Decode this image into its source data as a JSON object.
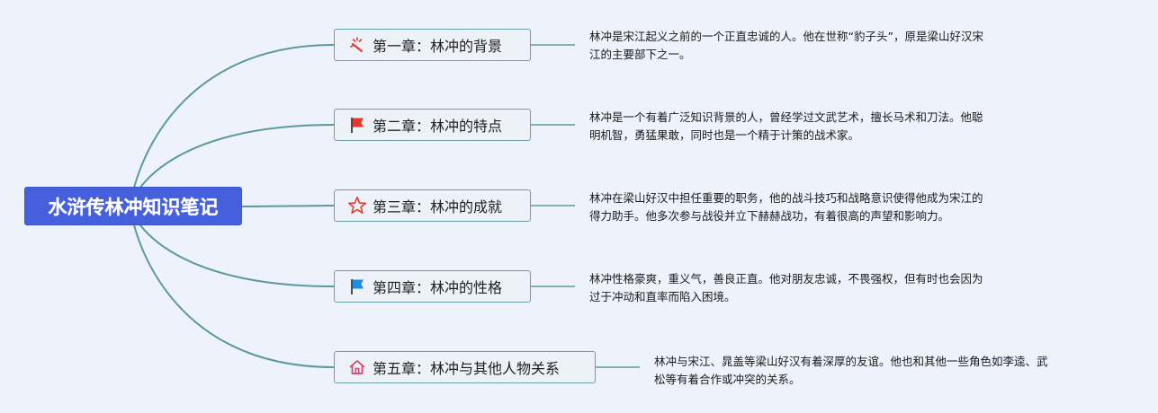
{
  "root": {
    "title": "水浒传林冲知识笔记"
  },
  "branches": [
    {
      "icon": "magic-wand-icon",
      "title": "第一章：林冲的背景",
      "note_lines": [
        "林冲是宋江起义之前的一个正直忠诚的人。他在世称“豹子头”，原是梁山好汉宋",
        "江的主要部下之一。"
      ]
    },
    {
      "icon": "red-flag-icon",
      "title": "第二章：林冲的特点",
      "note_lines": [
        "林冲是一个有着广泛知识背景的人，曾经学过文武艺术，擅长马术和刀法。他聪",
        "明机智，勇猛果敢，同时也是一个精于计策的战术家。"
      ]
    },
    {
      "icon": "star-icon",
      "title": "第三章：林冲的成就",
      "note_lines": [
        "林冲在梁山好汉中担任重要的职务，他的战斗技巧和战略意识使得他成为宋江的",
        "得力助手。他多次参与战役并立下赫赫战功，有着很高的声望和影响力。"
      ]
    },
    {
      "icon": "blue-flag-icon",
      "title": "第四章：林冲的性格",
      "note_lines": [
        "林冲性格豪爽，重义气，善良正直。他对朋友忠诚，不畏强权，但有时也会因为",
        "过于冲动和直率而陷入困境。"
      ]
    },
    {
      "icon": "home-icon",
      "title": "第五章：林冲与其他人物关系",
      "note_lines": [
        "林冲与宋江、晁盖等梁山好汉有着深厚的友谊。他也和其他一些角色如李逵、武",
        "松等有着合作或冲突的关系。"
      ]
    }
  ],
  "colors": {
    "background": "#eef2fb",
    "root_fill": "#4660dd",
    "connector": "#5c9a9c",
    "node_border": "#6aa0a6",
    "node_fill": "#edf2f8",
    "icon_red": "#e23b2e",
    "icon_blue": "#1e8fe0",
    "icon_pink": "#d8436a"
  }
}
